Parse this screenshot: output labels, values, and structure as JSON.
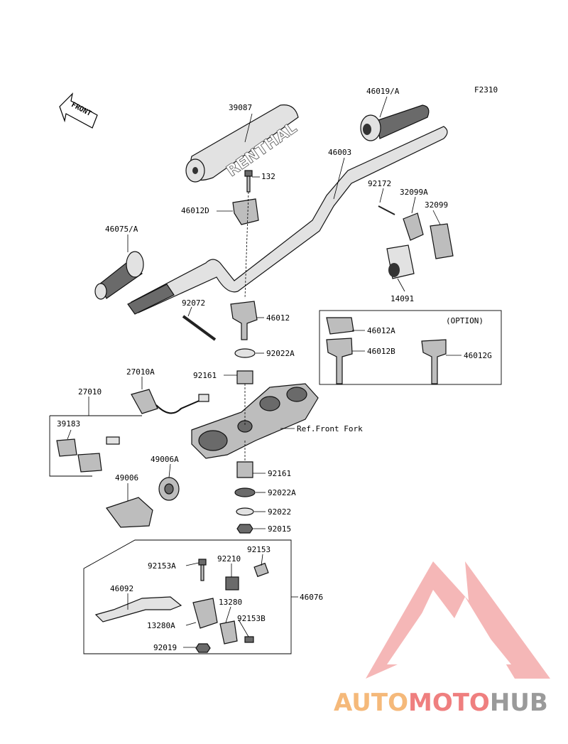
{
  "figure_code": "F2310",
  "front_arrow": "FRONT",
  "grip_pad_text": "RENTHAL",
  "option_label": "(OPTION)",
  "parts": {
    "p39087": "39087",
    "p46019A": "46019/A",
    "p46003": "46003",
    "p132": "132",
    "p46012D": "46012D",
    "p46075A": "46075/A",
    "p92172": "92172",
    "p32099A": "32099A",
    "p32099": "32099",
    "p14091": "14091",
    "p92072": "92072",
    "p46012": "46012",
    "p92022A_1": "92022A",
    "p46012A": "46012A",
    "p46012B": "46012B",
    "p46012G": "46012G",
    "p27010A": "27010A",
    "p92161_1": "92161",
    "p27010": "27010",
    "p39183": "39183",
    "ref_front_fork": "Ref.Front Fork",
    "p49006A": "49006A",
    "p49006": "49006",
    "p92161_2": "92161",
    "p92022A_2": "92022A",
    "p92022": "92022",
    "p92015": "92015",
    "p92153A": "92153A",
    "p92210": "92210",
    "p92153": "92153",
    "p46092": "46092",
    "p46076": "46076",
    "p13280": "13280",
    "p13280A": "13280A",
    "p92153B": "92153B",
    "p92019": "92019"
  },
  "watermark": {
    "part1": "AUTO",
    "part2": "MOTO",
    "part3": "HUB",
    "color_auto": "#f5b97a",
    "color_moto": "#ef7f7f",
    "color_hub": "#9a9a9a"
  }
}
